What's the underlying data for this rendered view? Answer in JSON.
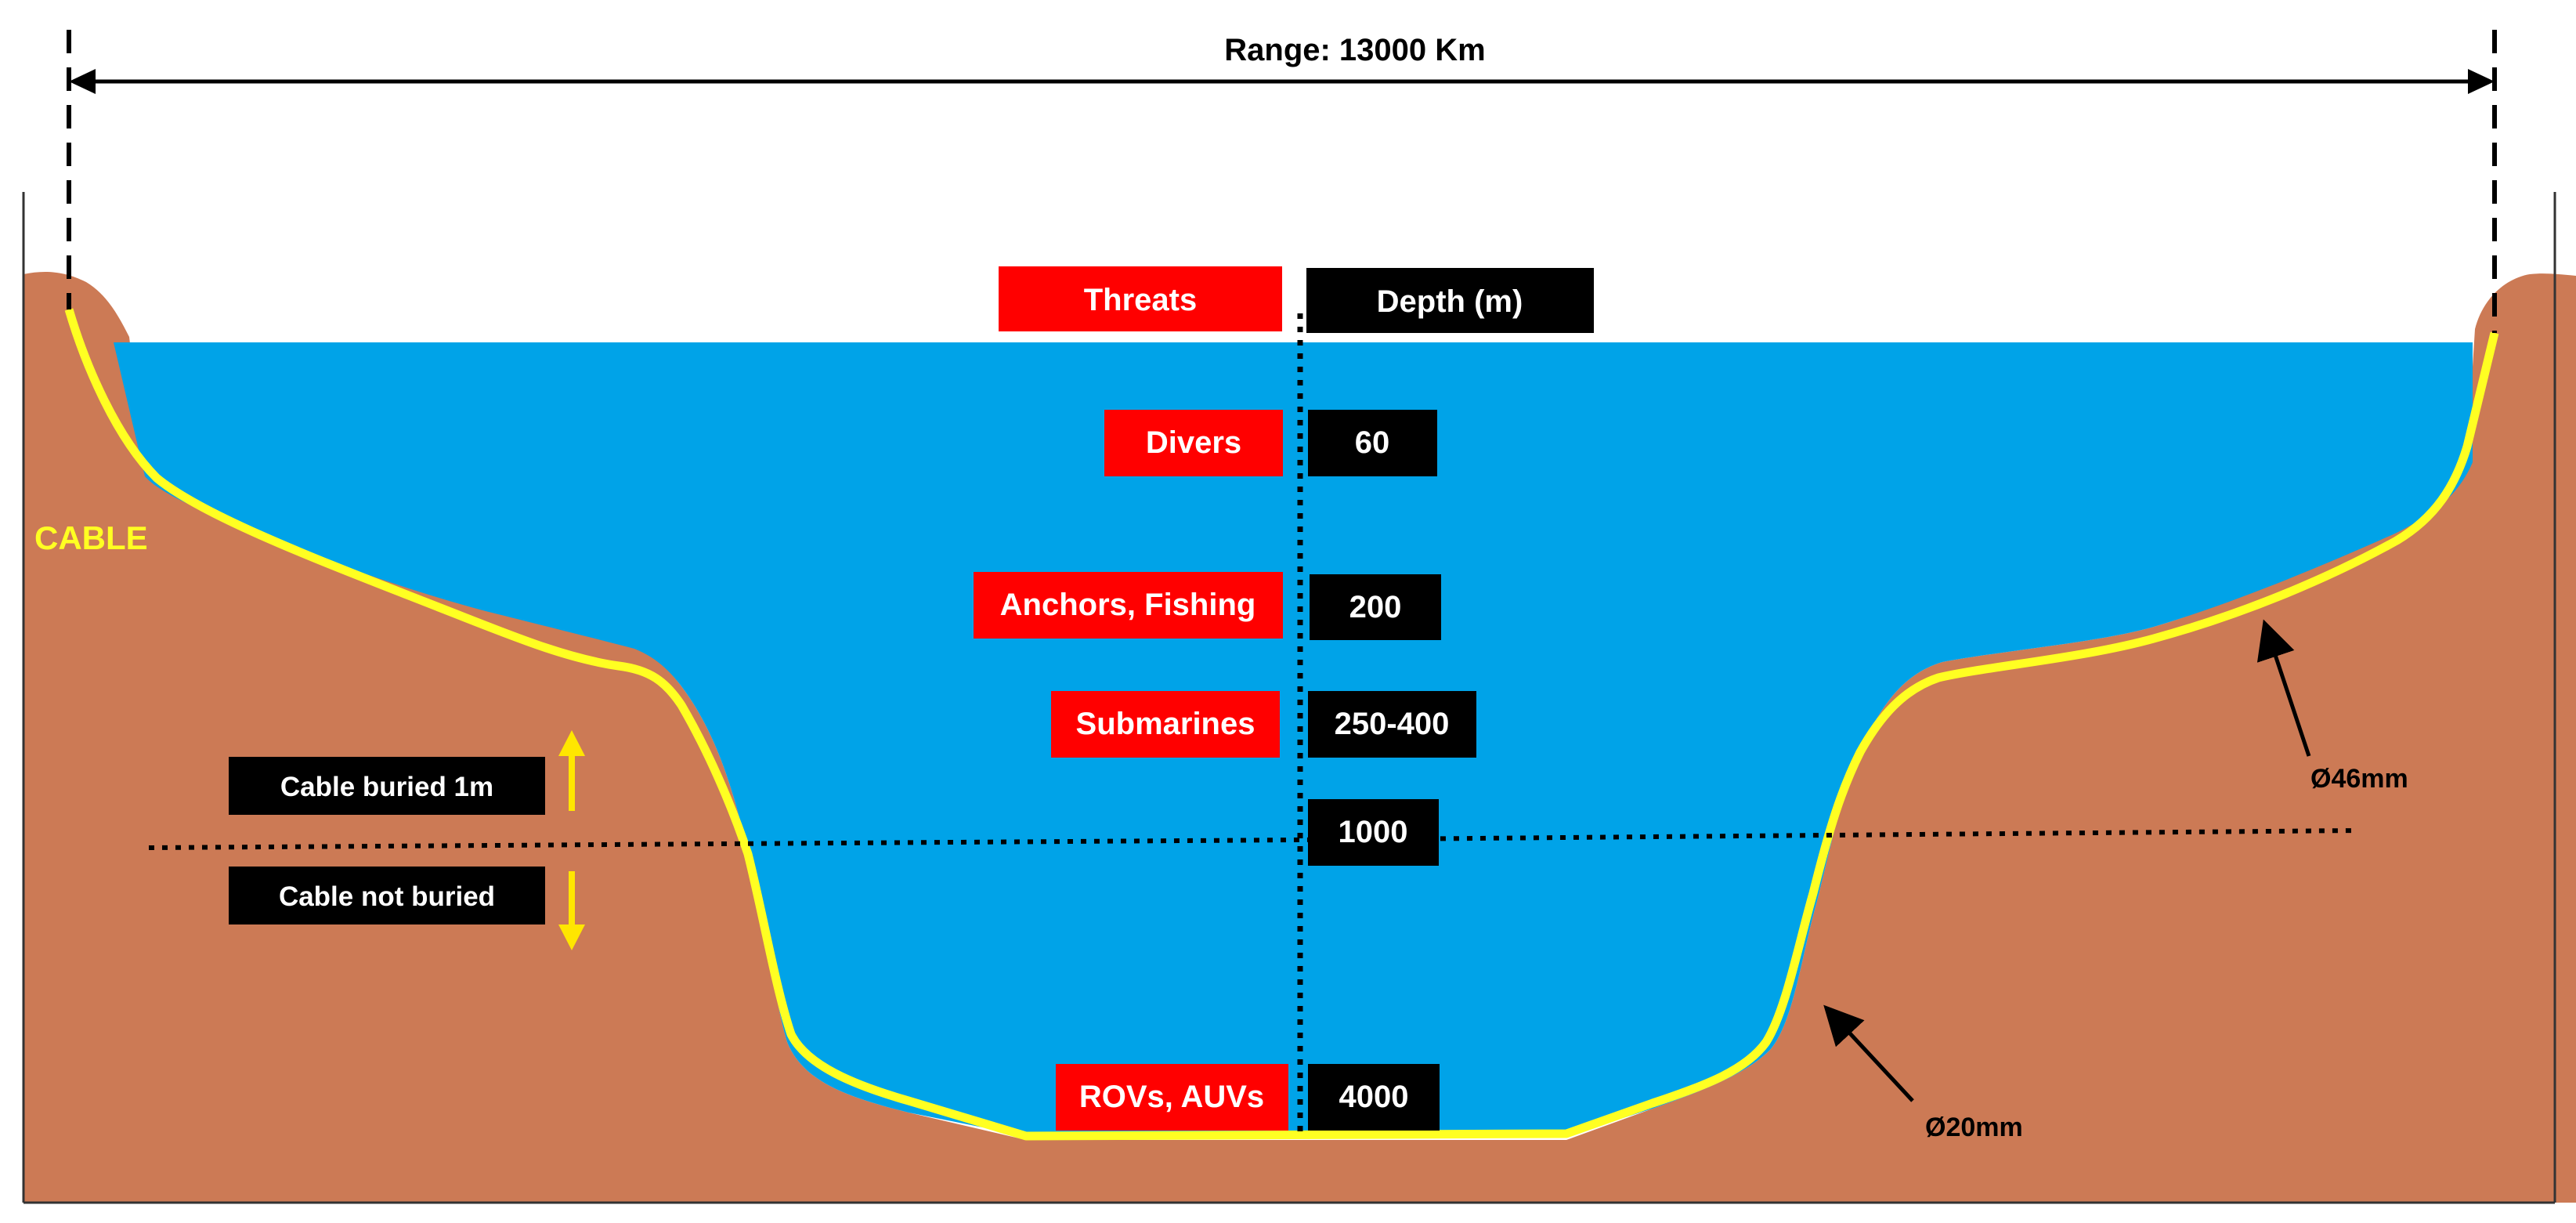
{
  "range_label": "Range: 13000 Km",
  "cable_label": "CABLE",
  "headers": {
    "threats": "Threats",
    "depth": "Depth (m)"
  },
  "rows": [
    {
      "threat": "Divers",
      "depth": "60"
    },
    {
      "threat": "Anchors, Fishing",
      "depth": "200"
    },
    {
      "threat": "Submarines",
      "depth": "250-400"
    },
    {
      "threat": "",
      "depth": "1000"
    },
    {
      "threat": "ROVs, AUVs",
      "depth": "4000"
    }
  ],
  "burial": {
    "above": "Cable buried 1m",
    "below": "Cable not buried"
  },
  "diameters": {
    "shallow": "Ø46mm",
    "deep": "Ø20mm"
  },
  "colors": {
    "ground": "#CC7A55",
    "water": "#00A3E8",
    "cable": "#FFFF22",
    "threat_box": "#FF0000",
    "depth_box": "#000000",
    "burial_box": "#000000",
    "arrow_yellow": "#FFE600"
  }
}
